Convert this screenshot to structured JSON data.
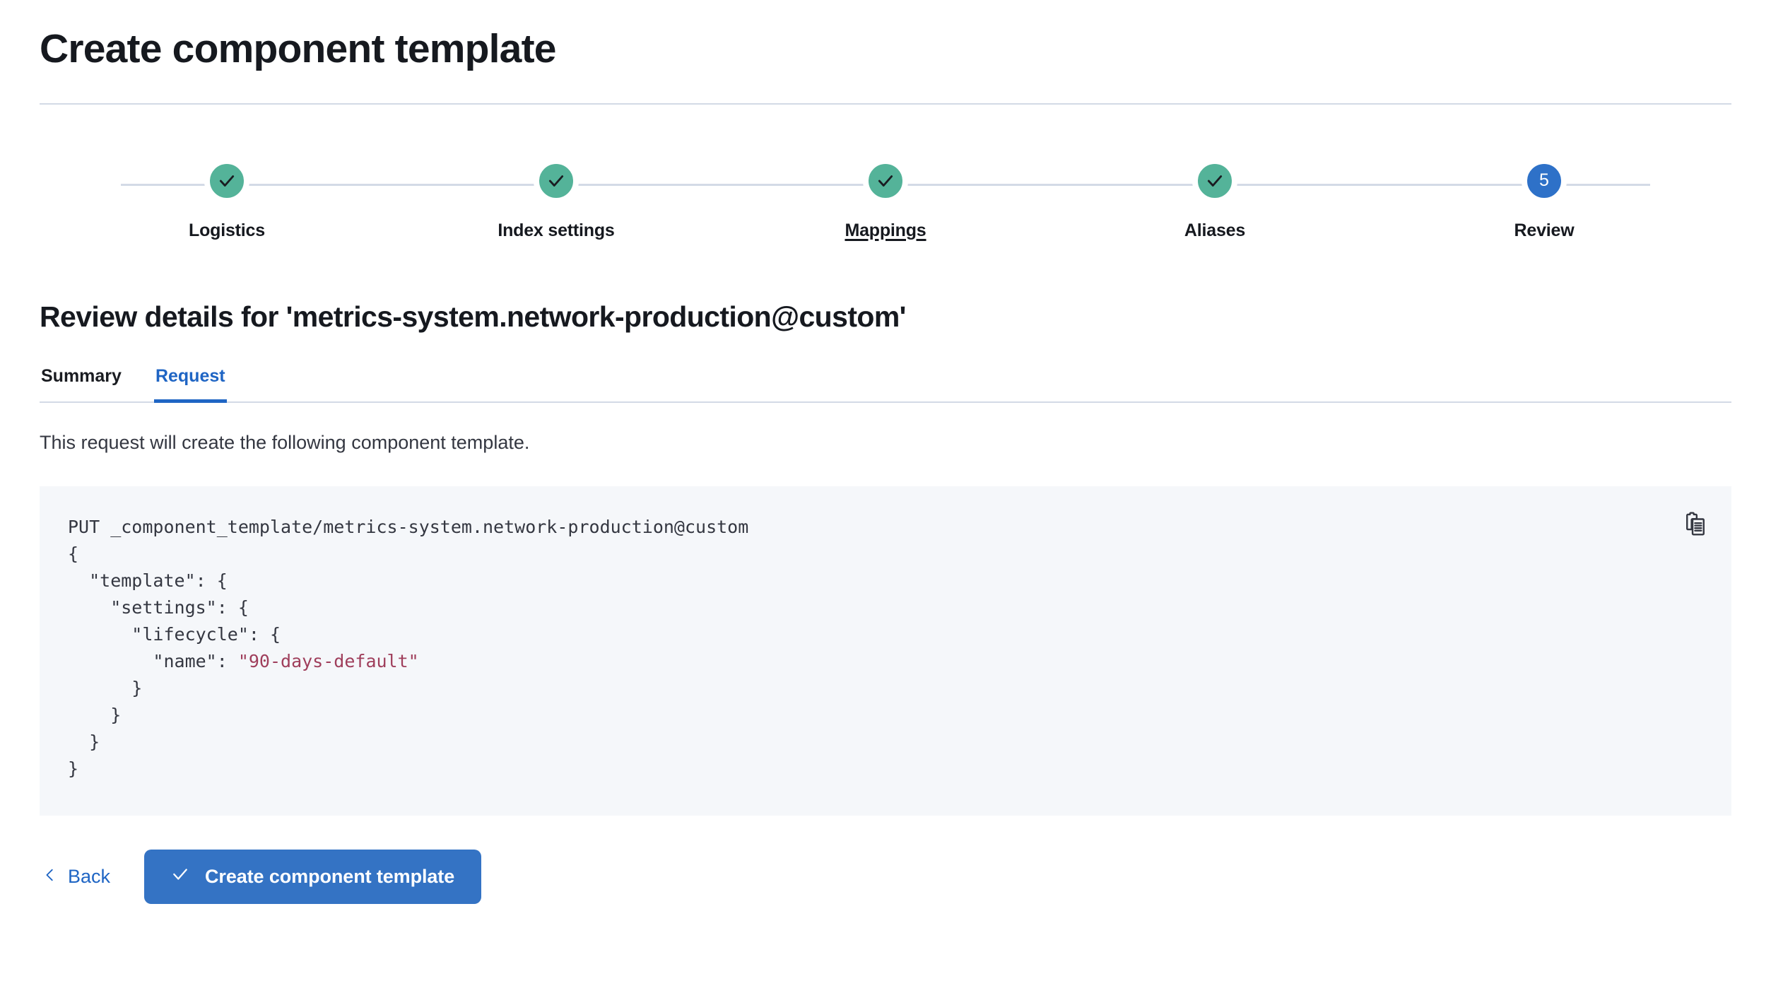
{
  "page": {
    "title": "Create component template"
  },
  "stepper": {
    "steps": [
      {
        "label": "Logistics",
        "state": "complete",
        "icon": "check-icon",
        "hovered": false
      },
      {
        "label": "Index settings",
        "state": "complete",
        "icon": "check-icon",
        "hovered": false
      },
      {
        "label": "Mappings",
        "state": "complete",
        "icon": "check-icon",
        "hovered": true
      },
      {
        "label": "Aliases",
        "state": "complete",
        "icon": "check-icon",
        "hovered": false
      },
      {
        "label": "Review",
        "state": "current",
        "number": "5",
        "hovered": false
      }
    ],
    "complete_color": "#54b399",
    "current_color": "#2e71c8",
    "connector_color": "#d3dae6"
  },
  "review": {
    "heading": "Review details for 'metrics-system.network-production@custom'",
    "template_name": "metrics-system.network-production@custom"
  },
  "tabs": {
    "items": [
      {
        "label": "Summary",
        "active": false
      },
      {
        "label": "Request",
        "active": true
      }
    ],
    "active_color": "#1f65c4"
  },
  "request": {
    "description": "This request will create the following component template.",
    "copy_icon": "copy-clipboard-icon",
    "code": {
      "method_line": "PUT _component_template/metrics-system.network-production@custom",
      "lines": [
        "{",
        "  \"template\": {",
        "    \"settings\": {",
        "      \"lifecycle\": {",
        "        \"name\": ",
        "      }",
        "    }",
        "  }",
        "}"
      ],
      "string_value": "\"90-days-default\"",
      "string_color": "#9f3e5b",
      "background": "#f5f7fa"
    }
  },
  "actions": {
    "back_label": "Back",
    "back_icon": "chevron-left-icon",
    "submit_label": "Create component template",
    "submit_icon": "check-icon",
    "submit_color": "#3473c4"
  }
}
